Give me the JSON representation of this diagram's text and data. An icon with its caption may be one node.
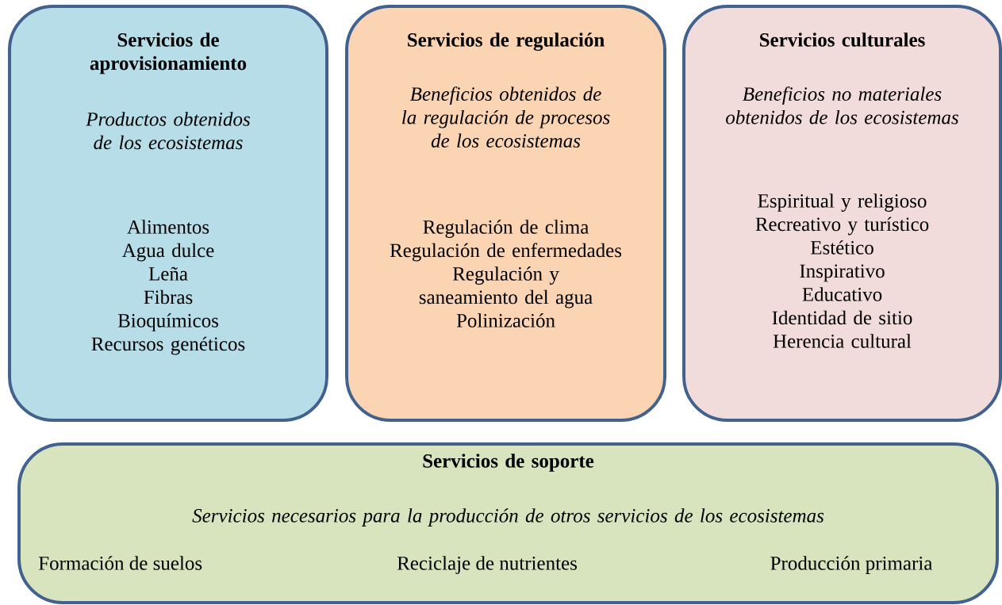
{
  "diagram": {
    "nodes": [
      {
        "text": [
          "Servicios de aprovisionamiento",
          "Productos obtenidos de los ecosistemas",
          "Alimentos",
          "Agua dulce",
          "Leña",
          "Fibras",
          "Bioquímicos",
          "Recursos genéticos"
        ]
      },
      {
        "text": [
          "Servicios de regulación",
          "Beneficios obtenidos de la regulación de procesos de los ecosistemas",
          "Regulación de clima",
          "Regulación de enfermedades",
          "Regulación y saneamiento del agua",
          "Polinización"
        ]
      },
      {
        "text": [
          "Servicios culturales",
          "Beneficios no materiales obtenidos de los ecosistemas",
          "Espiritual y religioso",
          "Recreativo y turístico",
          "Estético",
          "Inspirativo",
          "Educativo",
          "Identidad de sitio",
          "Herencia cultural"
        ]
      },
      {
        "text": [
          "Servicios de soporte",
          "Servicios necesarios para la producción de otros servicios de los ecosistemas",
          "Formación de suelos",
          "Reciclaje de nutrientes",
          "Producción primaria"
        ]
      }
    ]
  }
}
